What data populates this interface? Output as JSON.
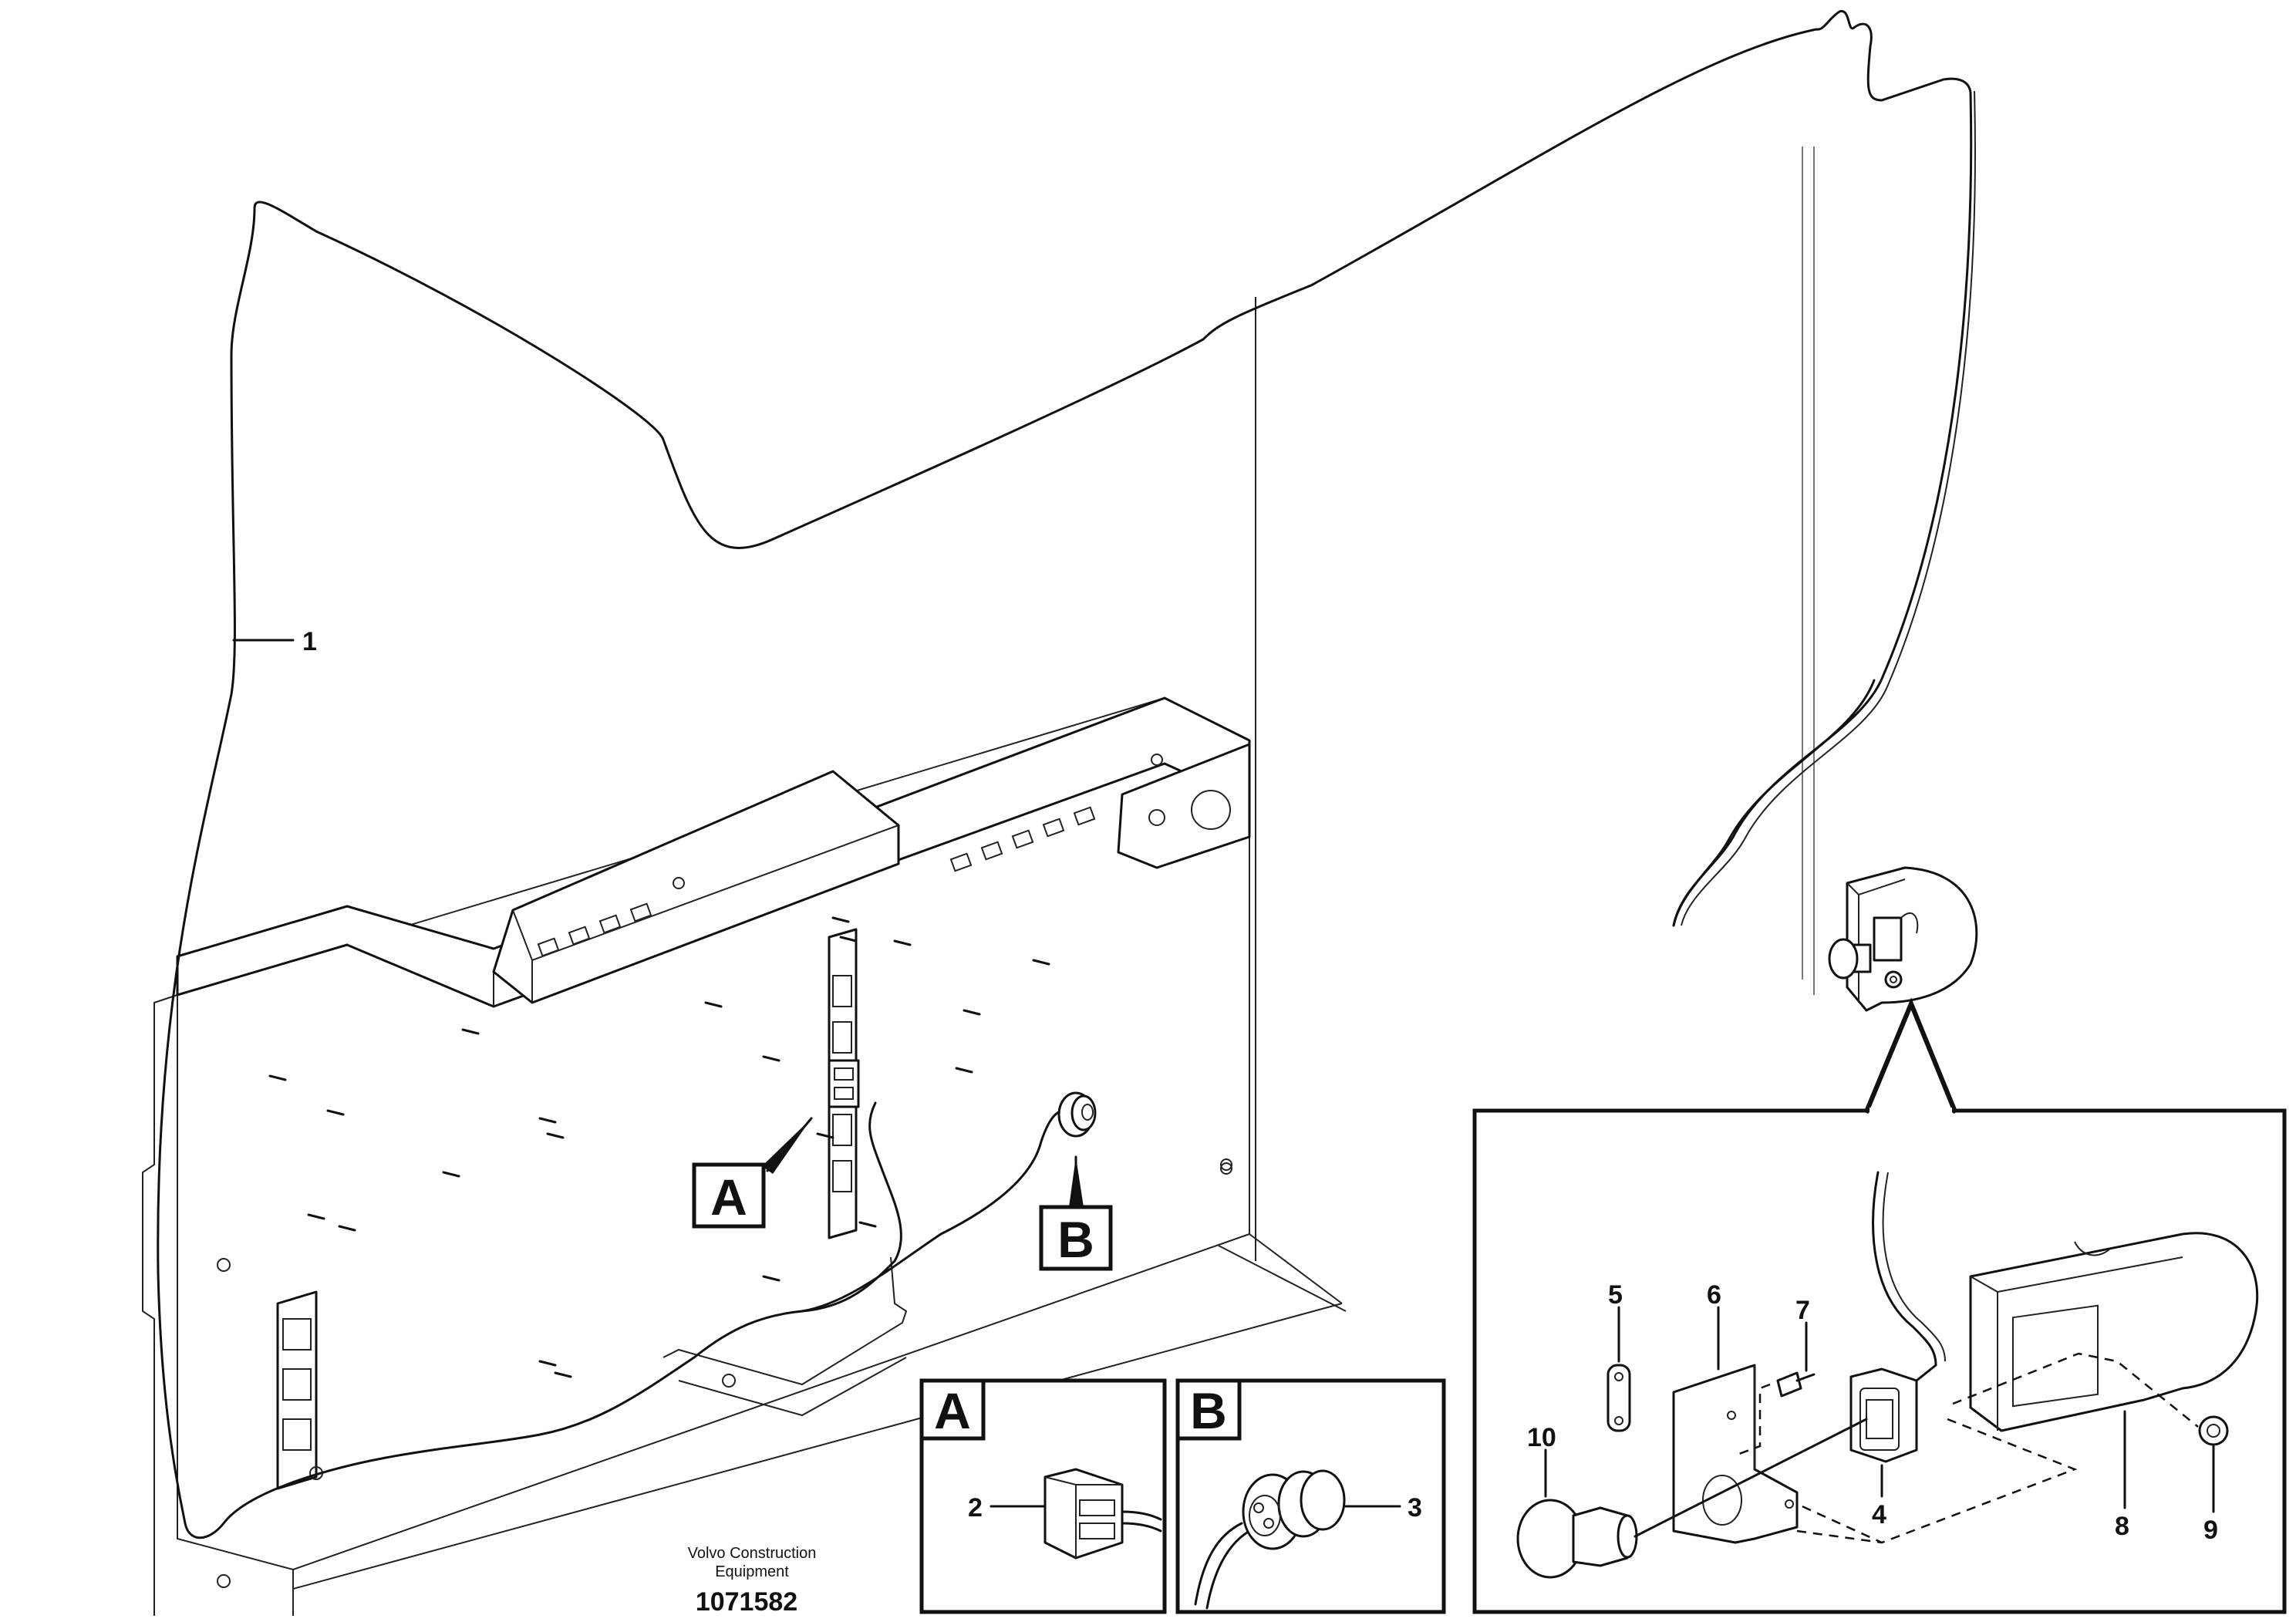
{
  "callouts": {
    "c1": "1",
    "c2": "2",
    "c3": "3",
    "c4": "4",
    "c5": "5",
    "c6": "6",
    "c7": "7",
    "c8": "8",
    "c9": "9",
    "c10": "10"
  },
  "views": {
    "a_marker": "A",
    "b_marker": "B",
    "a_inset_label": "A",
    "b_inset_label": "B"
  },
  "footer": {
    "company_line1": "Volvo Construction",
    "company_line2": "Equipment",
    "drawing_number": "1071582"
  }
}
